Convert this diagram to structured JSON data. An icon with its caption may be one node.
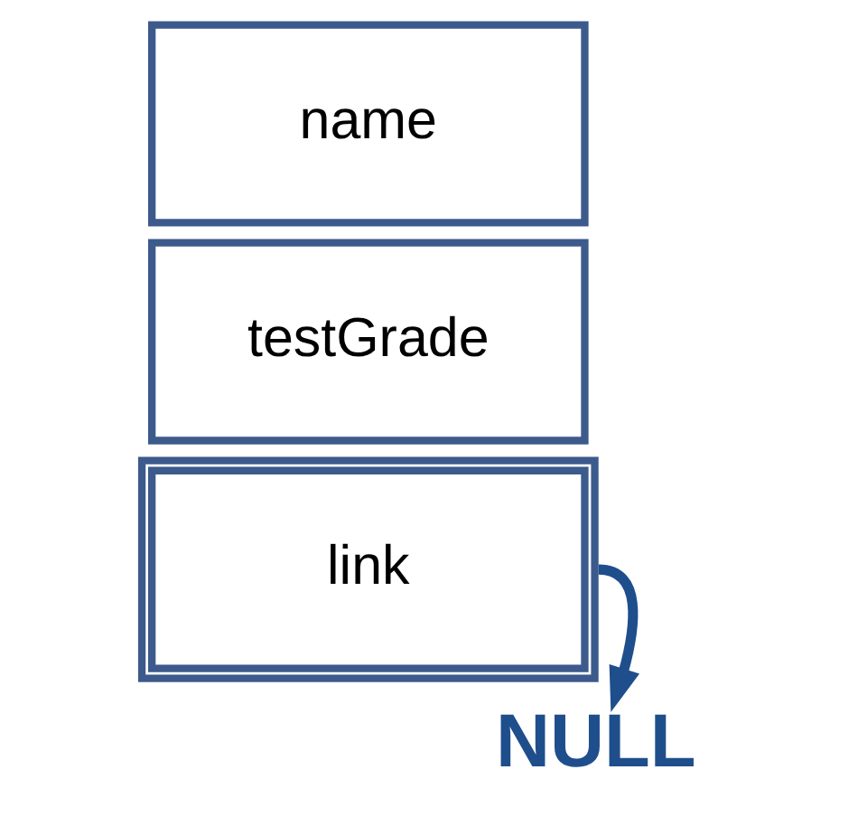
{
  "diagram": {
    "nodes": [
      {
        "text": [
          "name"
        ]
      },
      {
        "text": [
          "testGrade"
        ]
      },
      {
        "text": [
          "link"
        ]
      },
      {
        "text": [
          "NULL"
        ]
      }
    ],
    "edges": [
      {
        "from": 2,
        "to": 3,
        "arrow": "to"
      }
    ]
  }
}
